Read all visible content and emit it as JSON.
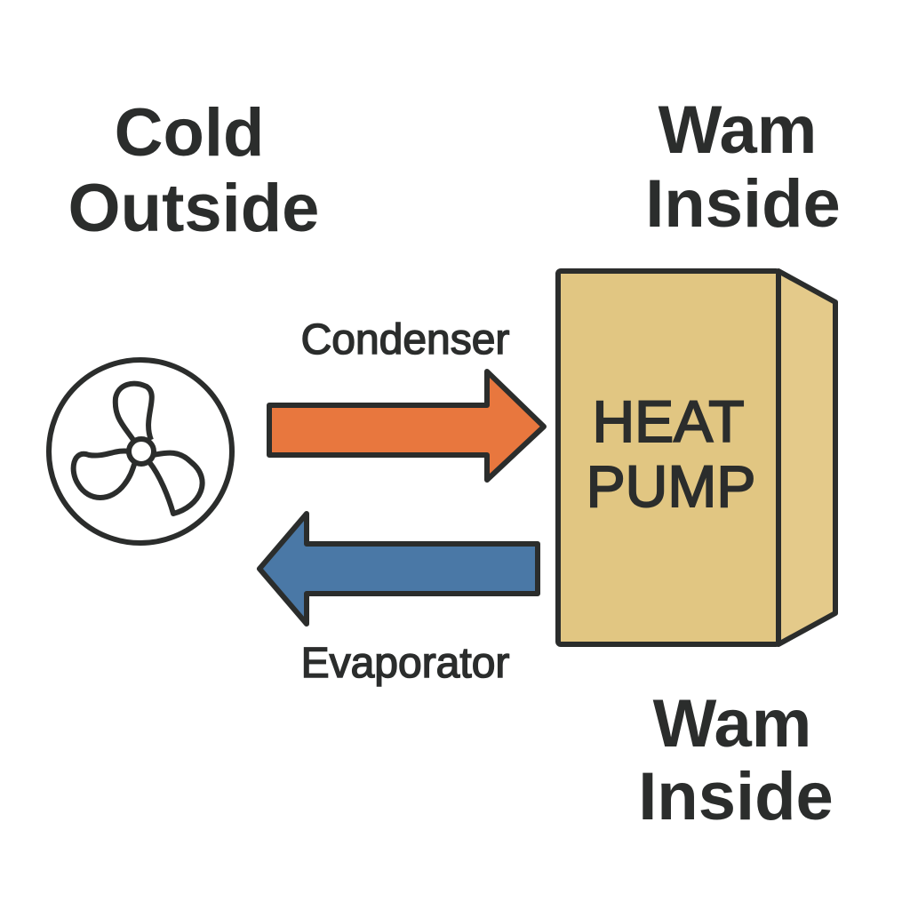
{
  "labels": {
    "cold_line1": "Cold",
    "cold_line2": "Outside",
    "warm_top_line1": "Wam",
    "warm_top_line2": "Inside",
    "warm_bottom_line1": "Wam",
    "warm_bottom_line2": "Inside",
    "condenser": "Condenser",
    "evaporator": "Evaporator",
    "heat_pump_line1": "HEAT",
    "heat_pump_line2": "PUMP"
  },
  "icons": {
    "fan": "fan-icon",
    "arrow_right": "arrow-right-icon",
    "arrow_left": "arrow-left-icon"
  },
  "colors": {
    "outline": "#2b2d2c",
    "condenser_arrow": "#e8773e",
    "evaporator_arrow": "#4a78a6",
    "heat_pump_front": "#e1c682",
    "heat_pump_side": "#e4ca8a"
  }
}
